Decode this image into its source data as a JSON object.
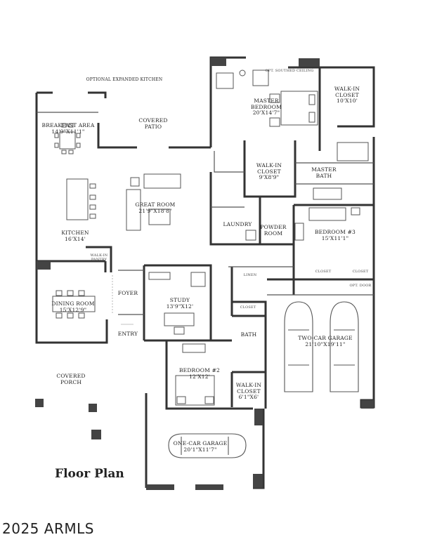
{
  "plan_title": "Floor Plan",
  "copyright": "2025 ARMLS",
  "rooms": {
    "optional_kitchen": "OPTIONAL EXPANDED KITCHEN",
    "breakfast": {
      "name": "BREAKFAST AREA",
      "size": "14'9\"X11'1\""
    },
    "covered_patio": {
      "name": "COVERED",
      "name2": "PATIO"
    },
    "master_bedroom": {
      "name": "MASTER",
      "name2": "BEDROOM",
      "size": "20'X14'7\""
    },
    "master_closet": {
      "name": "WALK-IN",
      "name2": "CLOSET",
      "size": "10'X10'"
    },
    "opt_sitting": "OPT. SOUTHED CEILING",
    "great_room": {
      "name": "GREAT ROOM",
      "size": "21'9\"X18'8\""
    },
    "kitchen": {
      "name": "KITCHEN",
      "size": "16'X14'"
    },
    "walkin_closet": {
      "name": "WALK-IN",
      "name2": "CLOSET",
      "size": "9'X8'9\""
    },
    "master_bath": {
      "name": "MASTER",
      "name2": "BATH"
    },
    "laundry": "LAUNDRY",
    "powder": {
      "name": "POWDER",
      "name2": "ROOM"
    },
    "bedroom3": {
      "name": "BEDROOM #3",
      "size": "15'X11'1\""
    },
    "dining": {
      "name": "DINING ROOM",
      "size": "15'X12'9\""
    },
    "walkin_pantry": {
      "name": "WALK-IN",
      "name2": "PANTRY"
    },
    "foyer": "FOYER",
    "entry": "ENTRY",
    "study": {
      "name": "STUDY",
      "size": "13'9\"X12'"
    },
    "two_car_garage": {
      "name": "TWO-CAR GARAGE",
      "size": "21'10\"X19'11\""
    },
    "bath": "BATH",
    "bedroom2": {
      "name": "BEDROOM #2",
      "size": "12'X12'"
    },
    "walkin_closet2": {
      "name": "WALK-IN",
      "name2": "CLOSET",
      "size": "6'1\"X6'"
    },
    "covered_porch": {
      "name": "COVERED",
      "name2": "PORCH"
    },
    "one_car_garage": {
      "name": "ONE-CAR GARAGE",
      "size": "20'1\"X11'7\""
    },
    "closet_a": "CLOSET",
    "closet_b": "CLOSET",
    "closet_c": "CLOSET",
    "linen": "LINEN",
    "opt_door": "OPT. DOOR"
  }
}
